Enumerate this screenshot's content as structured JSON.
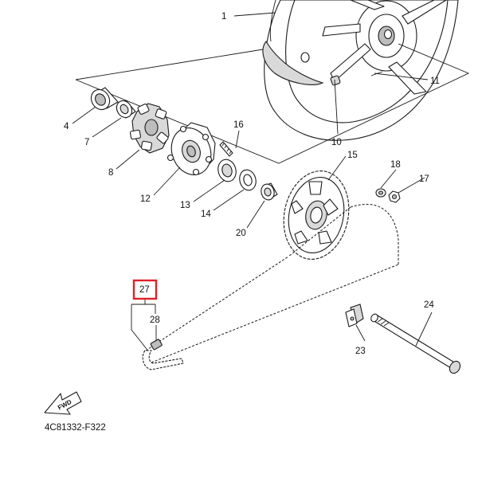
{
  "diagram": {
    "code": "4C81332-F322",
    "fwd_label": "FWD",
    "highlight_color": "#e0202a",
    "parts": [
      {
        "id": "p1",
        "label": "1"
      },
      {
        "id": "p4",
        "label": "4"
      },
      {
        "id": "p7",
        "label": "7"
      },
      {
        "id": "p8",
        "label": "8"
      },
      {
        "id": "p10",
        "label": "10"
      },
      {
        "id": "p11",
        "label": "11"
      },
      {
        "id": "p12",
        "label": "12"
      },
      {
        "id": "p13",
        "label": "13"
      },
      {
        "id": "p14",
        "label": "14"
      },
      {
        "id": "p15",
        "label": "15"
      },
      {
        "id": "p16",
        "label": "16"
      },
      {
        "id": "p17",
        "label": "17"
      },
      {
        "id": "p18",
        "label": "18"
      },
      {
        "id": "p20",
        "label": "20"
      },
      {
        "id": "p23",
        "label": "23"
      },
      {
        "id": "p24",
        "label": "24"
      },
      {
        "id": "p27",
        "label": "27",
        "highlighted": true
      },
      {
        "id": "p28",
        "label": "28"
      }
    ]
  }
}
